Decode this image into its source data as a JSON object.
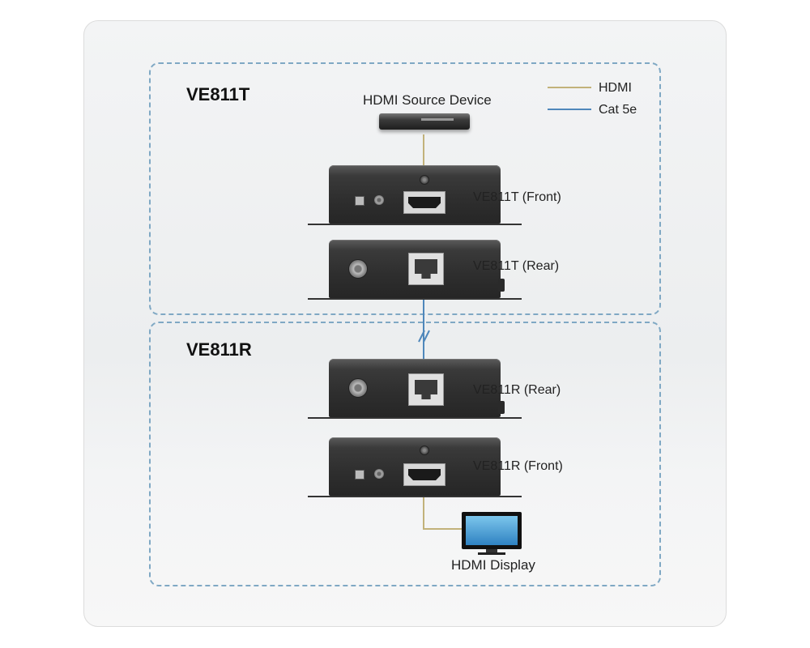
{
  "zones": {
    "transmitter_title": "VE811T",
    "receiver_title": "VE811R"
  },
  "legend": {
    "hdmi": {
      "label": "HDMI",
      "color": "#c2b27a"
    },
    "cat5e": {
      "label": "Cat 5e",
      "color": "#4f87bb"
    }
  },
  "devices": {
    "source": "HDMI Source Device",
    "tx_front": "VE811T (Front)",
    "tx_rear": "VE811T (Rear)",
    "rx_rear": "VE811R (Rear)",
    "rx_front": "VE811R (Front)",
    "display": "HDMI Display"
  },
  "icons": [
    "hdmi-source-device-icon",
    "hdmi-display-icon",
    "hdmi-port-icon",
    "rj45-port-icon",
    "power-jack-icon"
  ]
}
